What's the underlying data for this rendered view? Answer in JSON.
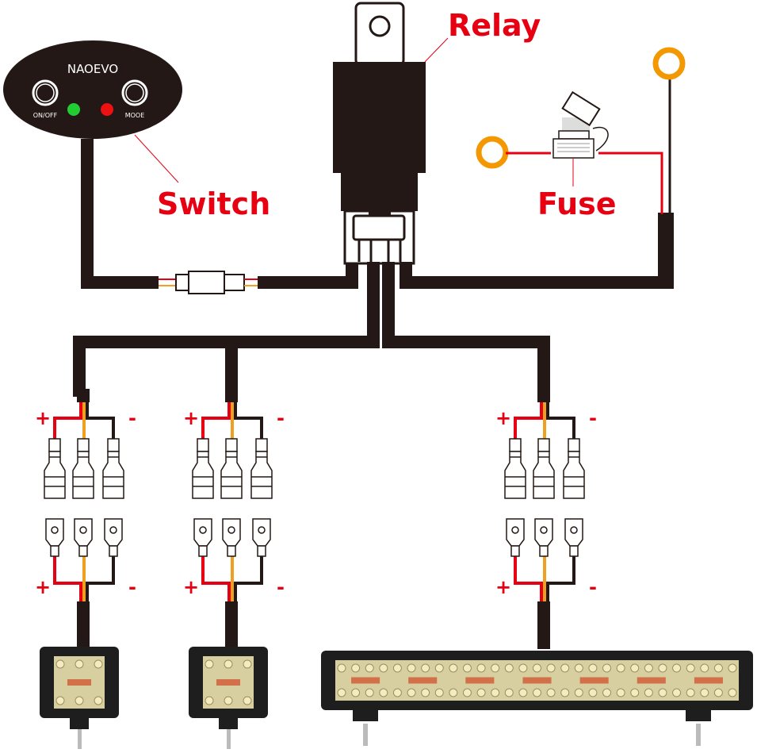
{
  "labels": {
    "relay": "Relay",
    "switch": "Switch",
    "fuse": "Fuse"
  },
  "switch": {
    "brand": "NAOEVO",
    "on_off_label": "ON/OFF",
    "mode_label": "MOOE",
    "led_left": "green",
    "led_right": "red"
  },
  "signs": {
    "plus": "+",
    "minus": "-"
  },
  "colors": {
    "label": "#e60012",
    "wire": "#231815",
    "positive": "#e60012",
    "signal": "#f0a020",
    "ring": "#f39800",
    "led_green": "#22cc33",
    "led_red": "#ee1111"
  },
  "lights": [
    {
      "type": "small-pod"
    },
    {
      "type": "small-pod"
    },
    {
      "type": "long-bar"
    }
  ]
}
